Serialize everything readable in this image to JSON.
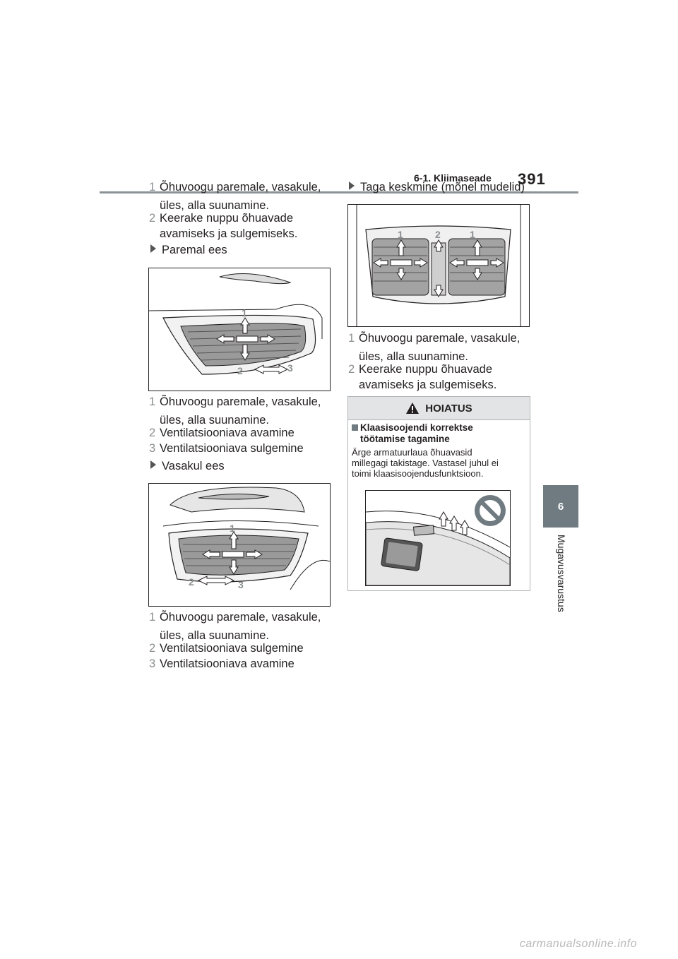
{
  "header": {
    "section": "6-1. Kliimaseade",
    "page_number": "391"
  },
  "side_tab": {
    "number": "6",
    "label": "Mugavusvarustus"
  },
  "left_column": {
    "intro": [
      {
        "num": "1",
        "text": "Õhuvoogu paremale, vasakule,",
        "text2": "üles, alla suunamine."
      },
      {
        "num": "2",
        "text": "Keerake nuppu õhuavade",
        "text2": "avamiseks ja sulgemiseks."
      }
    ],
    "right_front": {
      "heading": "Paremal ees",
      "figure_labels": [
        "1",
        "2",
        "3"
      ],
      "items": [
        {
          "num": "1",
          "text": "Õhuvoogu paremale, vasakule,",
          "text2": "üles, alla suunamine."
        },
        {
          "num": "2",
          "text": "Ventilatsiooniava avamine"
        },
        {
          "num": "3",
          "text": "Ventilatsiooniava sulgemine"
        }
      ]
    },
    "left_front": {
      "heading": "Vasakul ees",
      "figure_labels": [
        "1",
        "2",
        "3"
      ],
      "items": [
        {
          "num": "1",
          "text": "Õhuvoogu paremale, vasakule,",
          "text2": "üles, alla suunamine."
        },
        {
          "num": "2",
          "text": "Ventilatsiooniava sulgemine"
        },
        {
          "num": "3",
          "text": "Ventilatsiooniava avamine"
        }
      ]
    }
  },
  "right_column": {
    "rear_center": {
      "heading": "Taga keskmine (mõnel mudelid)",
      "figure_labels": [
        "1",
        "2",
        "1"
      ],
      "items": [
        {
          "num": "1",
          "text": "Õhuvoogu paremale, vasakule,",
          "text2": "üles, alla suunamine."
        },
        {
          "num": "2",
          "text": "Keerake nuppu õhuavade",
          "text2": "avamiseks ja sulgemiseks."
        }
      ]
    },
    "warning": {
      "title": "HOIATUS",
      "subtitle_line1": "Klaasisoojendi korrektse",
      "subtitle_line2": "töötamise tagamine",
      "body_line1": "Ärge armatuurlaua õhuavasid",
      "body_line2": "millegagi takistage. Vastasel juhul ei",
      "body_line3": "toimi klaasisoojendusfunktsioon."
    }
  },
  "watermark": "carmanualsonline.info",
  "colors": {
    "accent_gray": "#8c9396",
    "tab": "#6f7b80",
    "label_gray": "#8a8f91"
  }
}
